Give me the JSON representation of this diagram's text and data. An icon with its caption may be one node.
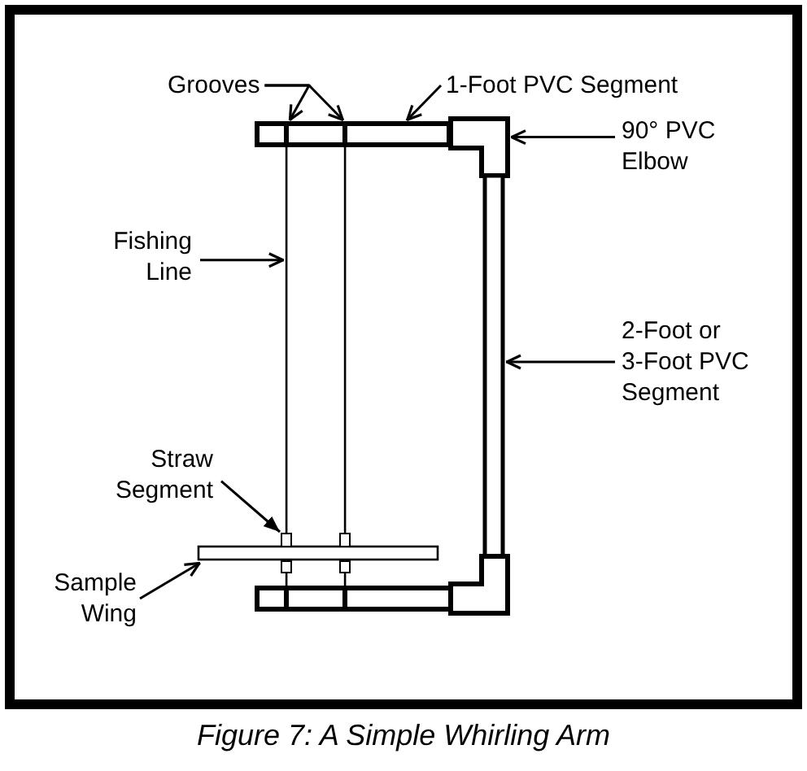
{
  "diagram": {
    "caption": "Figure 7: A Simple Whirling Arm",
    "nodes": [
      {
        "text": [
          "Grooves"
        ]
      },
      {
        "text": [
          "1-Foot PVC Segment"
        ]
      },
      {
        "text": [],
        "shape": "bar"
      },
      {
        "text": [],
        "shape": "line",
        "in": 2
      },
      {
        "text": [],
        "shape": "line",
        "in": 2
      },
      {
        "text": [
          "90° PVC Elbow"
        ]
      },
      {
        "text": [],
        "shape": "elbow"
      },
      {
        "text": [
          "Fishing Line"
        ]
      },
      {
        "text": [],
        "shape": "line"
      },
      {
        "text": [],
        "shape": "line"
      },
      {
        "text": [
          "2-Foot or 3-Foot PVC Segment"
        ]
      },
      {
        "text": [],
        "shape": "bar"
      },
      {
        "text": [
          "Straw Segment"
        ]
      },
      {
        "text": [],
        "shape": "box"
      },
      {
        "text": [
          "Sample Wing"
        ]
      },
      {
        "text": [],
        "shape": "bar"
      },
      {
        "text": [],
        "shape": "bar"
      },
      {
        "text": [],
        "shape": "elbow"
      }
    ],
    "edges": [
      {
        "from": 0,
        "to": 3,
        "arrow": "to"
      },
      {
        "from": 0,
        "to": 4,
        "arrow": "to"
      },
      {
        "from": 1,
        "to": 2,
        "arrow": "to"
      },
      {
        "from": 5,
        "to": 6,
        "arrow": "to"
      },
      {
        "from": 7,
        "to": 8,
        "arrow": "to"
      },
      {
        "from": 10,
        "to": 11,
        "arrow": "to"
      },
      {
        "from": 12,
        "to": 13,
        "arrow": "to"
      },
      {
        "from": 14,
        "to": 15,
        "arrow": "to"
      }
    ]
  }
}
